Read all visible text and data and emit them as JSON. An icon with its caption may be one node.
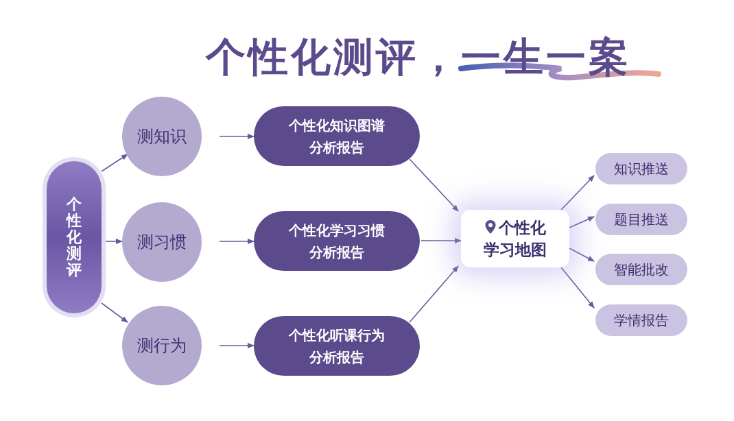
{
  "diagram": {
    "title": "个性化测评，一生一案",
    "nodes": [
      {
        "text": [
          "个性化测评"
        ]
      },
      {
        "text": [
          "测知识"
        ]
      },
      {
        "text": [
          "测习惯"
        ]
      },
      {
        "text": [
          "测行为"
        ]
      },
      {
        "text": [
          "个性化知识图谱分析报告"
        ]
      },
      {
        "text": [
          "个性化学习习惯分析报告"
        ]
      },
      {
        "text": [
          "个性化听课行为分析报告"
        ]
      },
      {
        "text": [
          "个性化学习地图"
        ]
      },
      {
        "text": [
          "知识推送"
        ]
      },
      {
        "text": [
          "题目推送"
        ]
      },
      {
        "text": [
          "智能批改"
        ]
      },
      {
        "text": [
          "学情报告"
        ]
      }
    ],
    "edges": [
      {
        "from": 0,
        "to": 1,
        "arrow": "to"
      },
      {
        "from": 0,
        "to": 2,
        "arrow": "to"
      },
      {
        "from": 0,
        "to": 3,
        "arrow": "to"
      },
      {
        "from": 1,
        "to": 4,
        "arrow": "to"
      },
      {
        "from": 2,
        "to": 5,
        "arrow": "to"
      },
      {
        "from": 3,
        "to": 6,
        "arrow": "to"
      },
      {
        "from": 4,
        "to": 7,
        "arrow": "to"
      },
      {
        "from": 5,
        "to": 7,
        "arrow": "to"
      },
      {
        "from": 6,
        "to": 7,
        "arrow": "to"
      },
      {
        "from": 7,
        "to": 8,
        "arrow": "to"
      },
      {
        "from": 7,
        "to": 9,
        "arrow": "to"
      },
      {
        "from": 7,
        "to": 10,
        "arrow": "to"
      },
      {
        "from": 7,
        "to": 11,
        "arrow": "to"
      }
    ]
  }
}
